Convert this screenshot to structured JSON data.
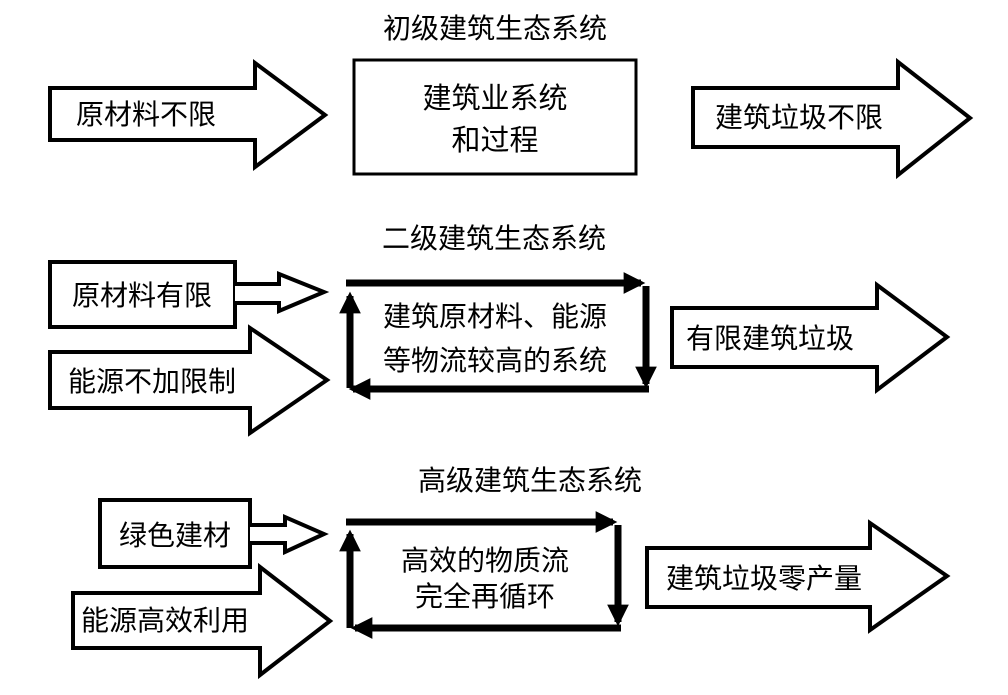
{
  "diagram": {
    "colors": {
      "stroke": "#000000",
      "background": "#ffffff"
    },
    "icons": {
      "block_arrow_right": "⇨",
      "small_block_arrow_right": "⇒",
      "recycle_loop": "⟳"
    },
    "primary": {
      "title": "初级建筑生态系统",
      "input_arrow": "原材料不限",
      "box_line1": "建筑业系统",
      "box_line2": "和过程",
      "output_arrow": "建筑垃圾不限"
    },
    "secondary": {
      "title": "二级建筑生态系统",
      "input_box": "原材料有限",
      "input_arrow": "能源不加限制",
      "box_line1": "建筑原材料、能源",
      "box_line2": "等物流较高的系统",
      "output_arrow": "有限建筑垃圾"
    },
    "advanced": {
      "title": "高级建筑生态系统",
      "input_box": "绿色建材",
      "input_arrow": "能源高效利用",
      "box_line1": "高效的物质流",
      "box_line2": "完全再循环",
      "output_arrow": "建筑垃圾零产量"
    }
  }
}
